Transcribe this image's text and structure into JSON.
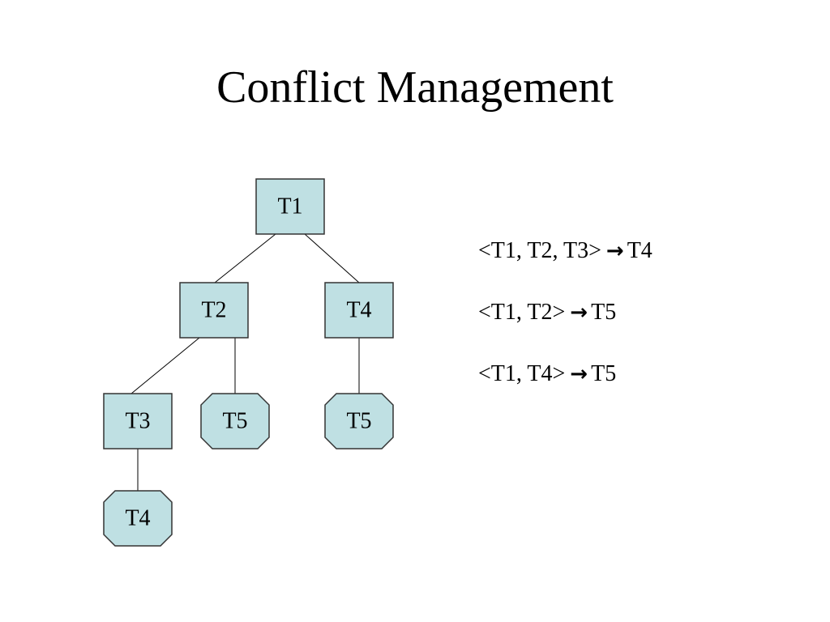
{
  "slide": {
    "title": "Conflict Management"
  },
  "tree": {
    "colors": {
      "node_fill": "#bfe0e3",
      "node_stroke": "#333333",
      "edge": "#000000"
    },
    "nodes": [
      {
        "id": "n1",
        "label": "T1",
        "shape": "rectangle",
        "parent": null
      },
      {
        "id": "n2",
        "label": "T2",
        "shape": "rectangle",
        "parent": "n1"
      },
      {
        "id": "n3",
        "label": "T4",
        "shape": "rectangle",
        "parent": "n1"
      },
      {
        "id": "n4",
        "label": "T3",
        "shape": "rectangle",
        "parent": "n2"
      },
      {
        "id": "n5",
        "label": "T5",
        "shape": "octagon",
        "parent": "n2"
      },
      {
        "id": "n6",
        "label": "T5",
        "shape": "octagon",
        "parent": "n3"
      },
      {
        "id": "n7",
        "label": "T4",
        "shape": "octagon",
        "parent": "n4"
      }
    ]
  },
  "rules": [
    {
      "lhs": "<T1, T2, T3>",
      "arrow": "→",
      "rhs": "T4"
    },
    {
      "lhs": "<T1, T2>",
      "arrow": "→",
      "rhs": "T5"
    },
    {
      "lhs": "<T1, T4>",
      "arrow": "→",
      "rhs": "T5"
    }
  ]
}
